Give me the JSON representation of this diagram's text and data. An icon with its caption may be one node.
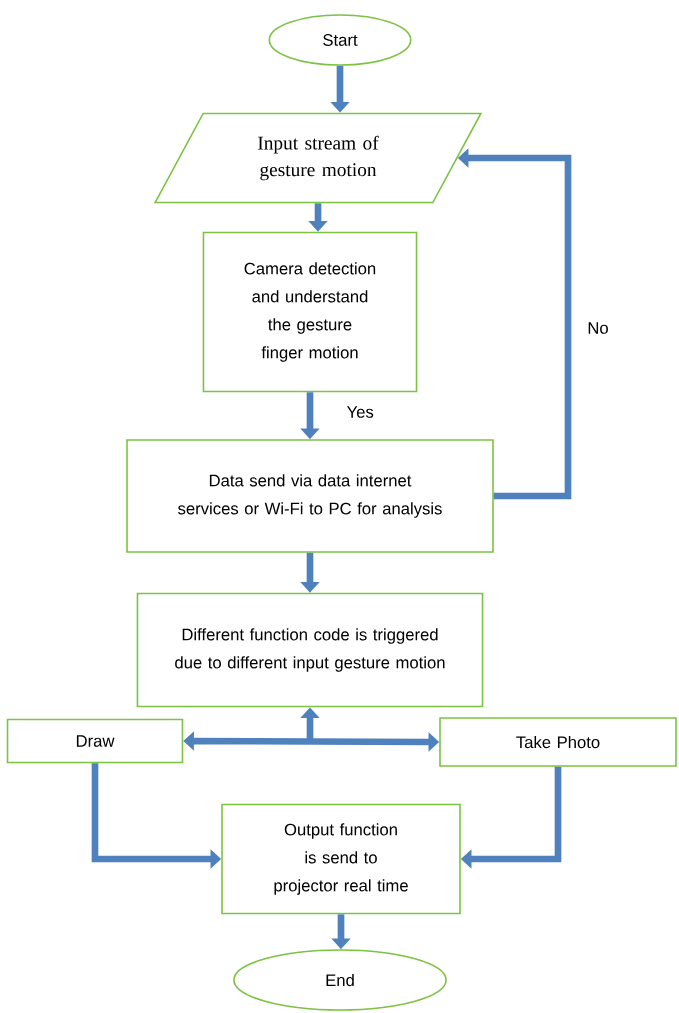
{
  "diagram": {
    "nodes": [
      {
        "text": [
          "Start"
        ]
      },
      {
        "text": [
          "Input stream of gesture motion"
        ]
      },
      {
        "text": [
          "Camera detection and understand the gesture finger motion"
        ]
      },
      {
        "text": [
          "Data send via data internet services or Wi-Fi to PC for analysis"
        ]
      },
      {
        "text": [
          "Different function code is triggered due to different input gesture motion"
        ]
      },
      {
        "text": [
          "Draw"
        ]
      },
      {
        "text": [
          "Take Photo"
        ]
      },
      {
        "text": [
          "Output function is send to projector real time"
        ]
      },
      {
        "text": [
          "End"
        ]
      }
    ],
    "edges": [
      {
        "from": 0,
        "to": 1,
        "arrow": "to"
      },
      {
        "from": 1,
        "to": 2,
        "arrow": "to"
      },
      {
        "from": 2,
        "to": 3,
        "arrow": "to",
        "label": "Yes"
      },
      {
        "from": 3,
        "to": 1,
        "arrow": "to",
        "label": "No"
      },
      {
        "from": 3,
        "to": 4,
        "arrow": "to"
      },
      {
        "from": 4,
        "to": 5,
        "arrow": "both"
      },
      {
        "from": 4,
        "to": 6,
        "arrow": "both"
      },
      {
        "from": 5,
        "to": 7,
        "arrow": "to"
      },
      {
        "from": 6,
        "to": 7,
        "arrow": "to"
      },
      {
        "from": 7,
        "to": 8,
        "arrow": "to"
      }
    ]
  }
}
